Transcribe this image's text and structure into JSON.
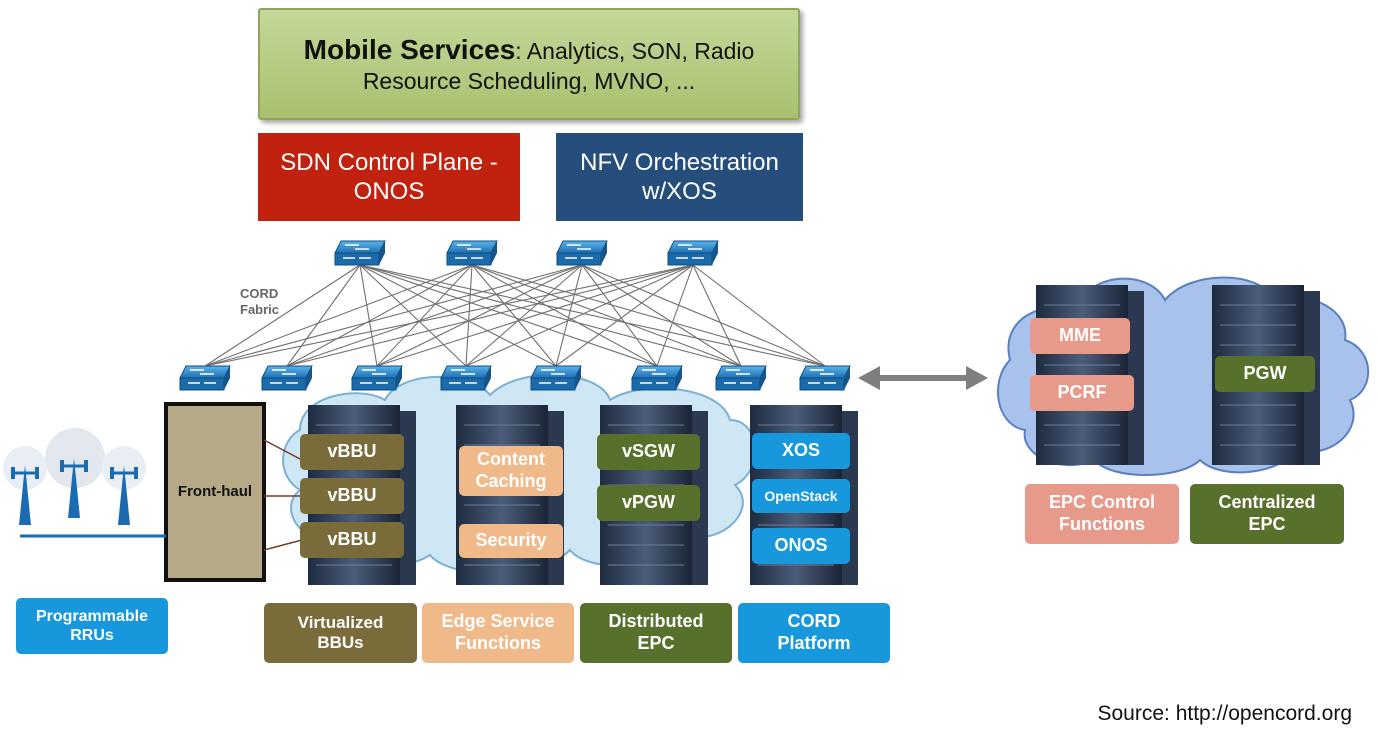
{
  "services": {
    "title_bold": "Mobile Services",
    "title_rest": ": Analytics, SON, Radio",
    "line2": "Resource Scheduling, MVNO, ..."
  },
  "sdn": {
    "line1": "SDN Control Plane -",
    "line2": "ONOS"
  },
  "nfv": {
    "line1": "NFV Orchestration",
    "line2": "w/XOS"
  },
  "fabric": {
    "line1": "CORD",
    "line2": "Fabric"
  },
  "fronthaul": "Front-haul",
  "bbu_labels": [
    "vBBU",
    "vBBU",
    "vBBU"
  ],
  "edge_labels": {
    "content1": "Content",
    "content2": "Caching",
    "security": "Security"
  },
  "epc_labels": [
    "vSGW",
    "vPGW"
  ],
  "cord_labels": [
    "XOS",
    "OpenStack",
    "ONOS"
  ],
  "central_labels": {
    "mme": "MME",
    "pcrf": "PCRF",
    "pgw": "PGW"
  },
  "bottom": {
    "rrus": [
      "Programmable",
      "RRUs"
    ],
    "vbbus": [
      "Virtualized",
      "BBUs"
    ],
    "edge": [
      "Edge Service",
      "Functions"
    ],
    "depc": [
      "Distributed",
      "EPC"
    ],
    "cord": [
      "CORD",
      "Platform"
    ],
    "epc_control": [
      "EPC Control",
      "Functions"
    ],
    "central": [
      "Centralized",
      "EPC"
    ]
  },
  "colors": {
    "sdn": "#c0220f",
    "nfv": "#264e7c",
    "services": "#b4cb80",
    "vbbu": "#7a6b3b",
    "edge": "#f0b98a",
    "epc": "#57702c",
    "cord": "#1798dc",
    "pink": "#e79a8a"
  },
  "icons": [
    "switch-icon",
    "server-rack-icon",
    "cloud-icon",
    "radio-tower-icon",
    "double-arrow-icon"
  ],
  "source": "Source: http://opencord.org"
}
